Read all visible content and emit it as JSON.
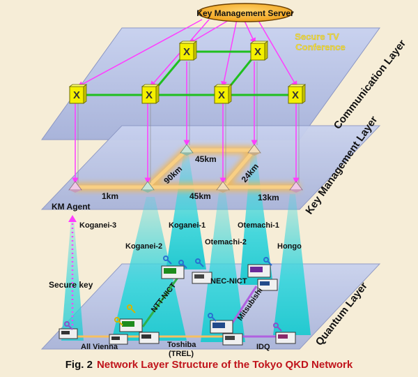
{
  "server": {
    "label": "Key Management Server"
  },
  "conference_label": {
    "line1": "Secure TV",
    "line2": "Conference"
  },
  "layers": {
    "communication": "Communication Layer",
    "key_management": "Key Management Layer",
    "quantum": "Quantum Layer"
  },
  "km_agent": "KM Agent",
  "distances": [
    "45km",
    "90km",
    "24km",
    "1km",
    "45km",
    "13km"
  ],
  "nodes": {
    "koganei3": "Koganei-3",
    "koganei1": "Koganei-1",
    "otemachi1": "Otemachi-1",
    "koganei2": "Koganei-2",
    "otemachi2": "Otemachi-2",
    "hongo": "Hongo"
  },
  "secure_key": "Secure key",
  "links": {
    "ntt_nict": "NTT-NICT",
    "nec_nict": "NEC-NICT",
    "mitsubishi": "Mitsubishi",
    "all_vienna": "All Vienna",
    "toshiba": "Toshiba",
    "trel": "(TREL)",
    "idq": "IDQ"
  },
  "caption": {
    "fig": "Fig. 2",
    "title": "Network Layer Structure of the Tokyo QKD Network"
  },
  "colors": {
    "plane": "#b9c3e4",
    "switch": "#f4f000",
    "green_link": "#1fbf1f",
    "magenta": "#ff3dff",
    "beam": "#3ed6dc",
    "orange_link": "#f7c060",
    "title_red": "#c0141b"
  }
}
